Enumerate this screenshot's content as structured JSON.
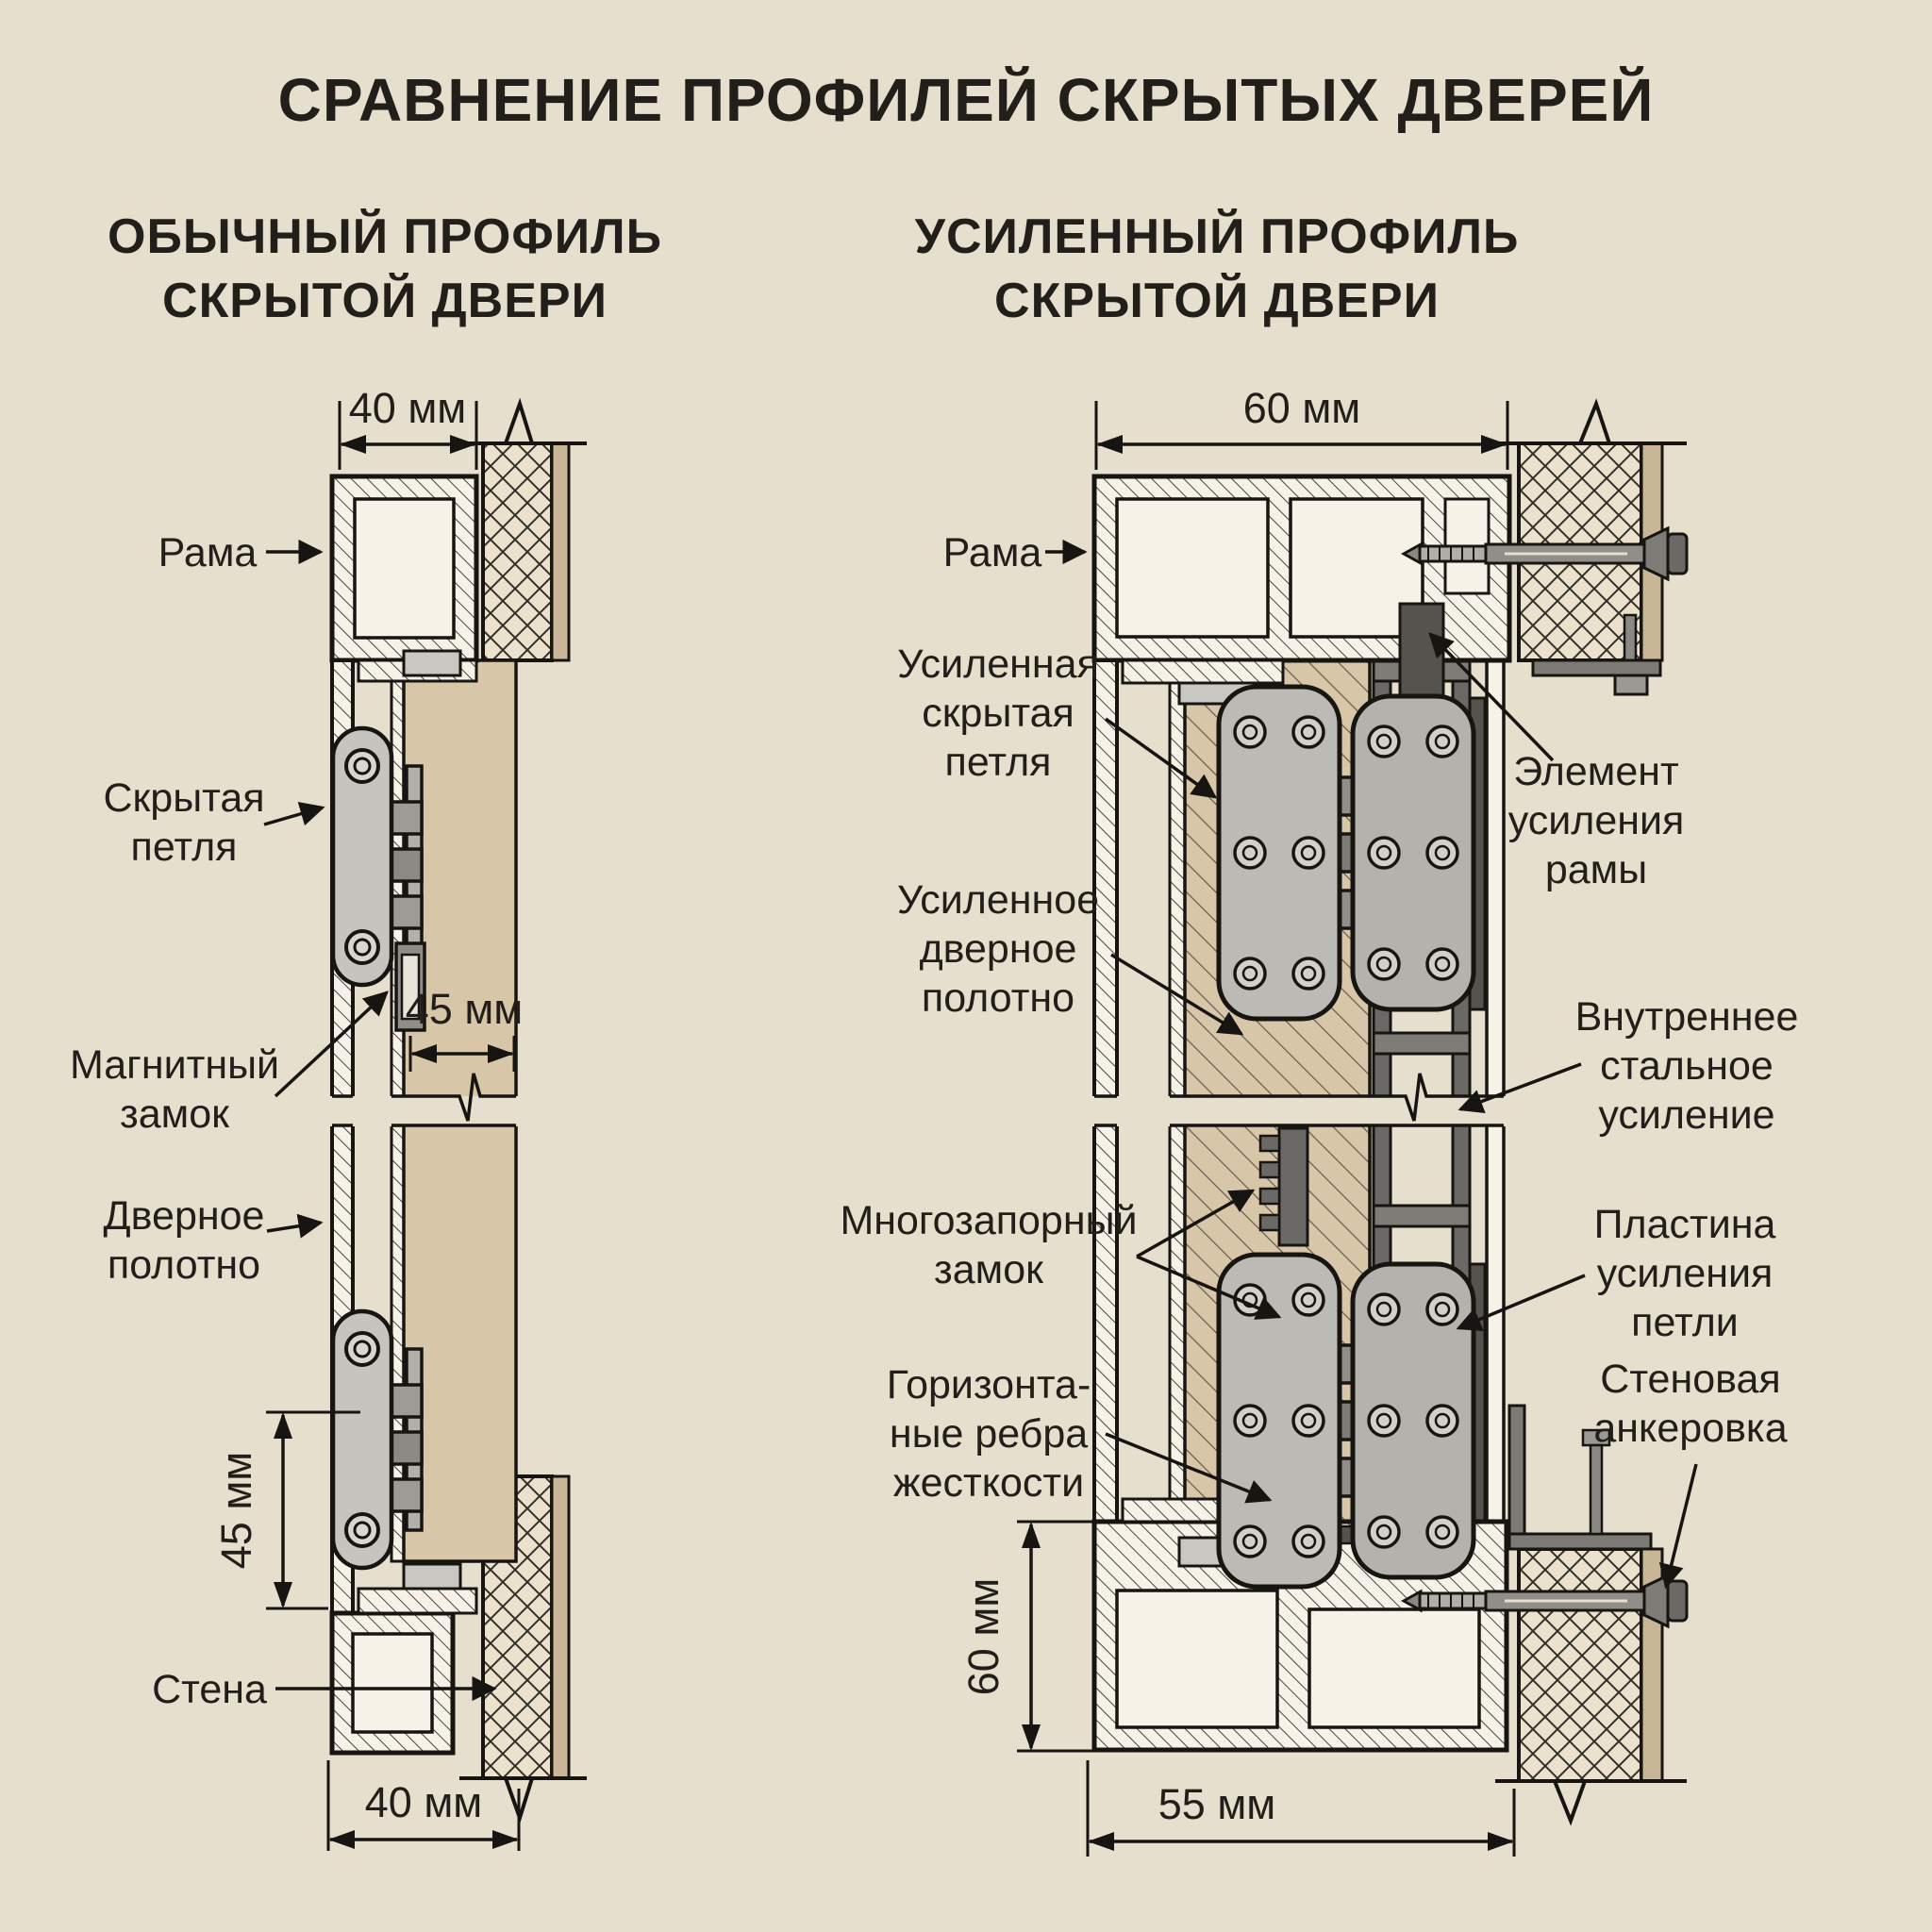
{
  "title": "СРАВНЕНИЕ ПРОФИЛЕЙ СКРЫТЫХ ДВЕРЕЙ",
  "colors": {
    "background": "#e6dfce",
    "ink": "#171512",
    "wood": "#d8c6a9",
    "wall_plaster": "#c9b697",
    "hinge_metal": "#bcbab4",
    "steel": "#6b6965",
    "profile_fill": "#f6f2e8"
  },
  "left_panel": {
    "subtitle1": "ОБЫЧНЫЙ ПРОФИЛЬ",
    "subtitle2": "СКРЫТОЙ ДВЕРИ",
    "label_frame": "Рама",
    "label_hinge1": "Скрытая",
    "label_hinge2": "петля",
    "label_maglock1": "Магнитный",
    "label_maglock2": "замок",
    "label_leaf1": "Дверное",
    "label_leaf2": "полотно",
    "label_wall": "Стена",
    "dim_top": "40 мм",
    "dim_leaf": "45 мм",
    "dim_hinge": "45 мм",
    "dim_bottom": "40 мм"
  },
  "right_panel": {
    "subtitle1": "УСИЛЕННЫЙ ПРОФИЛЬ",
    "subtitle2": "СКРЫТОЙ ДВЕРИ",
    "label_frame": "Рама",
    "label_hinge1": "Усиленная",
    "label_hinge2": "скрытая",
    "label_hinge3": "петля",
    "label_leaf1": "Усиленное",
    "label_leaf2": "дверное",
    "label_leaf3": "полотно",
    "label_multilock1": "Многозапорный",
    "label_multilock2": "замок",
    "label_ribs1": "Горизонта-",
    "label_ribs2": "ные ребра",
    "label_ribs3": "жесткости",
    "label_frame_reinf1": "Элемент",
    "label_frame_reinf2": "усиления",
    "label_frame_reinf3": "рамы",
    "label_steel1": "Внутреннее",
    "label_steel2": "стальное",
    "label_steel3": "усиление",
    "label_hinge_plate1": "Пластина",
    "label_hinge_plate2": "усиления",
    "label_hinge_plate3": "петли",
    "label_anchor1": "Стеновая",
    "label_anchor2": "анкеровка",
    "dim_top": "60 мм",
    "dim_side": "60 мм",
    "dim_bottom": "55 мм"
  }
}
